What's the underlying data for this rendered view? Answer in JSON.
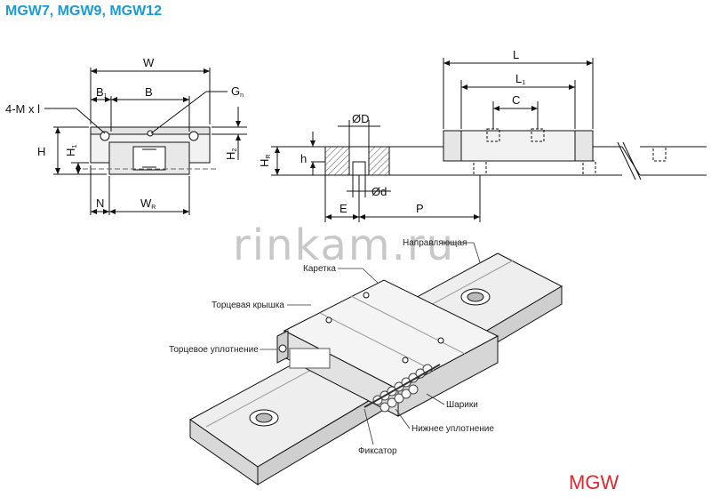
{
  "header": {
    "title": "MGW7, MGW9, MGW12"
  },
  "watermark": "rinkam.ru",
  "series_code": "MGW",
  "front_view": {
    "W": "W",
    "B1": "B",
    "B1_sub": "1",
    "B": "B",
    "Gn": "G",
    "Gn_sub": "n",
    "Mxl": "4-M x l",
    "H": "H",
    "H1": "H",
    "H1_sub": "1",
    "H2": "H",
    "H2_sub": "2",
    "N": "N",
    "WR": "W",
    "WR_sub": "R"
  },
  "side_view": {
    "L": "L",
    "L1": "L",
    "L1_sub": "1",
    "C": "C",
    "D": "ØD",
    "d": "Ød",
    "h": "h",
    "HR": "H",
    "HR_sub": "R",
    "E": "E",
    "P": "P"
  },
  "callouts": {
    "rail": "Направляющая",
    "carriage": "Каретка",
    "end_cap": "Торцевая крышка",
    "end_seal": "Торцевое уплотнение",
    "balls": "Шарики",
    "bottom_seal": "Нижнее уплотнение",
    "retainer": "Фиксатор"
  }
}
